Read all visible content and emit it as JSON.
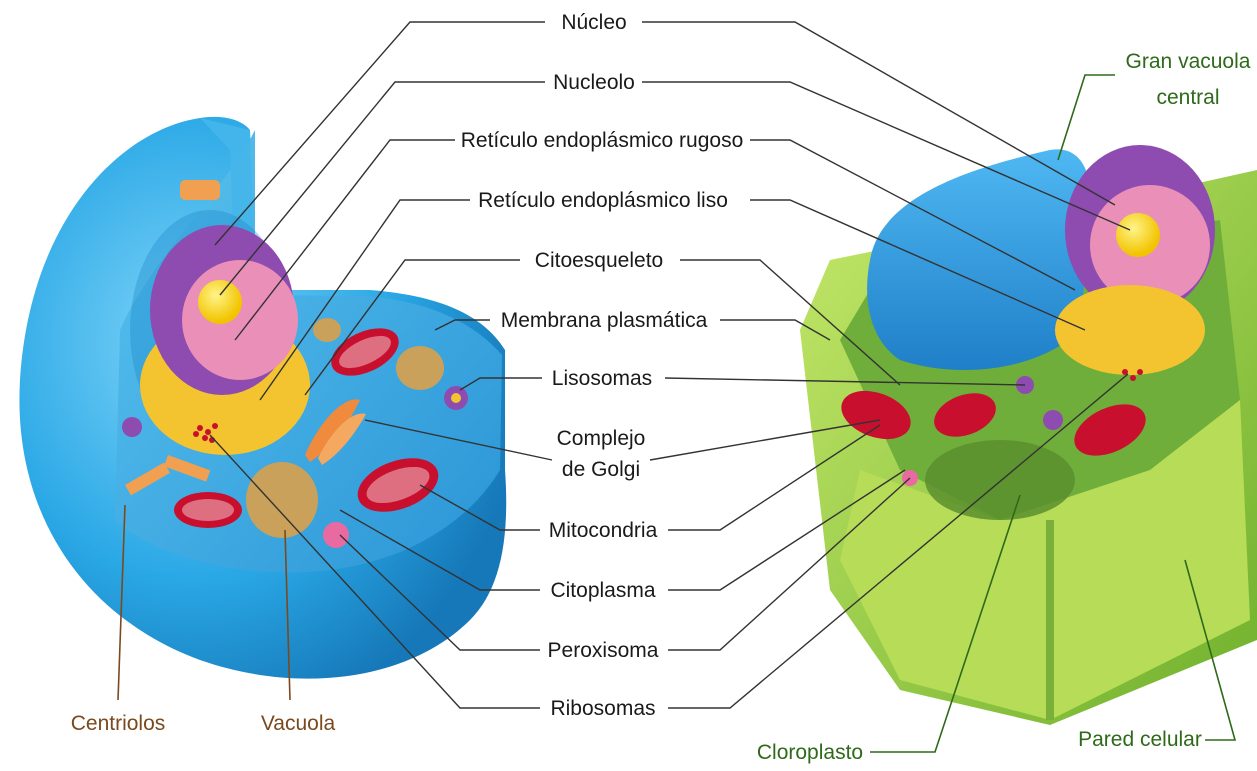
{
  "labels": {
    "nucleo": "Núcleo",
    "nucleolo": "Nucleolo",
    "rer": "Retículo endoplásmico rugoso",
    "rel": "Retículo endoplásmico liso",
    "citoesqueleto": "Citoesqueleto",
    "membrana": "Membrana plasmática",
    "lisosomas": "Lisosomas",
    "golgi_1": "Complejo",
    "golgi_2": "de Golgi",
    "mitocondria": "Mitocondria",
    "citoplasma": "Citoplasma",
    "peroxisoma": "Peroxisoma",
    "ribosomas": "Ribosomas",
    "centriolos": "Centriolos",
    "vacuola": "Vacuola",
    "gran_vacuola_1": "Gran vacuola",
    "gran_vacuola_2": "central",
    "cloroplasto": "Cloroplasto",
    "pared": "Pared celular"
  },
  "colors": {
    "animal_cell": "#2aa8e6",
    "animal_cell_dark": "#1a86c9",
    "plant_wall": "#8cc63f",
    "plant_wall_dark": "#5f9e2a",
    "vacuole_blue": "#2f9ee6",
    "nucleus_pink": "#e98fb8",
    "nucleus_purple": "#8e4bb0",
    "er_yellow": "#f4c430",
    "mitochondria_red": "#c8102e",
    "label_brown": "#7a4a1e",
    "label_green": "#2e6a1a"
  }
}
